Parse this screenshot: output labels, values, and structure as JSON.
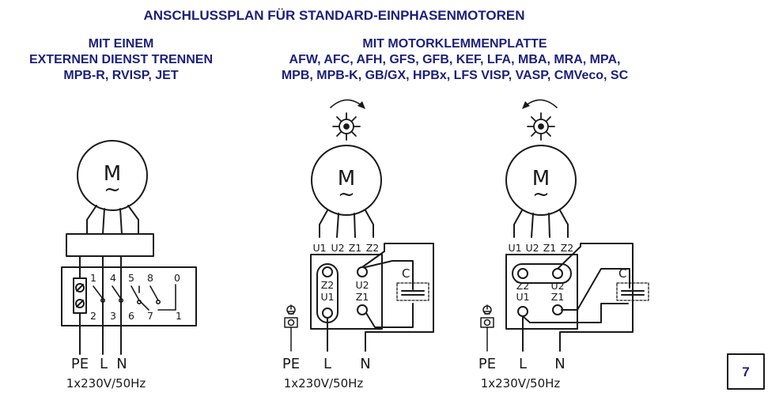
{
  "title": "ANSCHLUSSPLAN FÜR STANDARD-EINPHASENMOTOREN",
  "left_diagram": {
    "heading": [
      "MIT EINEM",
      "EXTERNEN DIENST TRENNEN",
      "MPB-R, RVISP, JET"
    ],
    "motor_symbol": "M",
    "motor_tilde": "~",
    "switch_top_labels": [
      "1",
      "4",
      "5",
      "8",
      "0"
    ],
    "switch_bottom_labels": [
      "2",
      "3",
      "6",
      "7",
      "1"
    ],
    "supply_terminals": [
      "PE",
      "L",
      "N"
    ],
    "supply_rating": "1x230V/50Hz"
  },
  "right_group": {
    "heading": [
      "MIT MOTORKLEMMENPLATTE",
      "AFW, AFC, AFH, GFS, GFB, KEF, LFA, MBA, MRA, MPA,",
      "MPB, MPB-K, GB/GX, HPBx, LFS VISP, VASP, CMVeco, SC"
    ]
  },
  "middle_diagram": {
    "motor_symbol": "M",
    "motor_tilde": "~",
    "rotation": "clockwise",
    "leads": [
      "U1",
      "U2",
      "Z1",
      "Z2"
    ],
    "terminals": [
      "Z2",
      "U1",
      "U2",
      "Z1"
    ],
    "capacitor_label": "C",
    "supply_terminals": [
      "PE",
      "L",
      "N"
    ],
    "supply_rating": "1x230V/50Hz"
  },
  "right_diagram": {
    "motor_symbol": "M",
    "motor_tilde": "~",
    "rotation": "counterclockwise",
    "leads": [
      "U1",
      "U2",
      "Z1",
      "Z2"
    ],
    "terminals": [
      "Z2",
      "U1",
      "U2",
      "Z1"
    ],
    "capacitor_label": "C",
    "supply_terminals": [
      "PE",
      "L",
      "N"
    ],
    "supply_rating": "1x230V/50Hz"
  },
  "page_number": "7",
  "colors": {
    "heading": "#1c1f7a",
    "line": "#1a1a1a"
  },
  "icons": [
    "motor-circle",
    "fan-wheel-icon",
    "rotation-arrow-icon",
    "ground-icon",
    "capacitor-icon",
    "knife-switch-icon"
  ]
}
